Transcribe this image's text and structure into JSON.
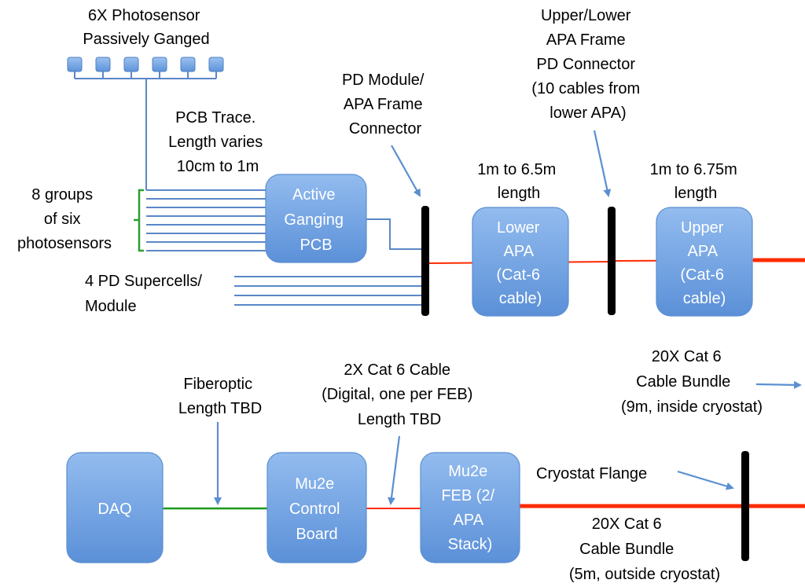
{
  "labels": {
    "photosensor": [
      "6X Photosensor",
      "Passively Ganged"
    ],
    "pcb_trace": [
      "PCB Trace.",
      "Length varies",
      "10cm to 1m"
    ],
    "groups": [
      "8 groups",
      "of six",
      "photosensors"
    ],
    "supercells": [
      "4 PD Supercells/",
      "Module"
    ],
    "pd_connector": [
      "PD Module/",
      "APA Frame",
      "Connector"
    ],
    "upper_lower": [
      "Upper/Lower",
      "APA Frame",
      "PD Connector",
      "(10 cables from",
      "lower APA)"
    ],
    "len_lower": [
      "1m to 6.5m",
      "length"
    ],
    "len_upper": [
      "1m to 6.75m",
      "length"
    ],
    "fiberoptic": [
      "Fiberoptic",
      "Length TBD"
    ],
    "cat6": [
      "2X Cat 6 Cable",
      "(Digital, one per FEB)",
      "Length TBD"
    ],
    "bundle_in": [
      "20X Cat 6",
      "Cable Bundle",
      "(9m, inside cryostat)"
    ],
    "flange": "Cryostat Flange",
    "bundle_out": [
      "20X Cat 6",
      "Cable Bundle",
      "(5m, outside cryostat)"
    ]
  },
  "boxes": {
    "active_ganging": [
      "Active",
      "Ganging",
      "PCB"
    ],
    "lower_apa": [
      "Lower",
      "APA",
      "(Cat-6",
      "cable)"
    ],
    "upper_apa": [
      "Upper",
      "APA",
      "(Cat-6",
      "cable)"
    ],
    "daq": [
      "DAQ"
    ],
    "control_board": [
      "Mu2e",
      "Control",
      "Board"
    ],
    "feb": [
      "Mu2e",
      "FEB (2/",
      "APA",
      "Stack)"
    ]
  },
  "colors": {
    "box_top": "#8fb8ec",
    "box_bottom": "#5a8fd6",
    "box_border": "#5b8fd0",
    "cable_red": "#ff2a00",
    "fiber_green": "#1a9a1a",
    "bracket_green": "#2e9e2e",
    "connector_black": "#000000",
    "arrow_blue": "#5b8fd0"
  }
}
